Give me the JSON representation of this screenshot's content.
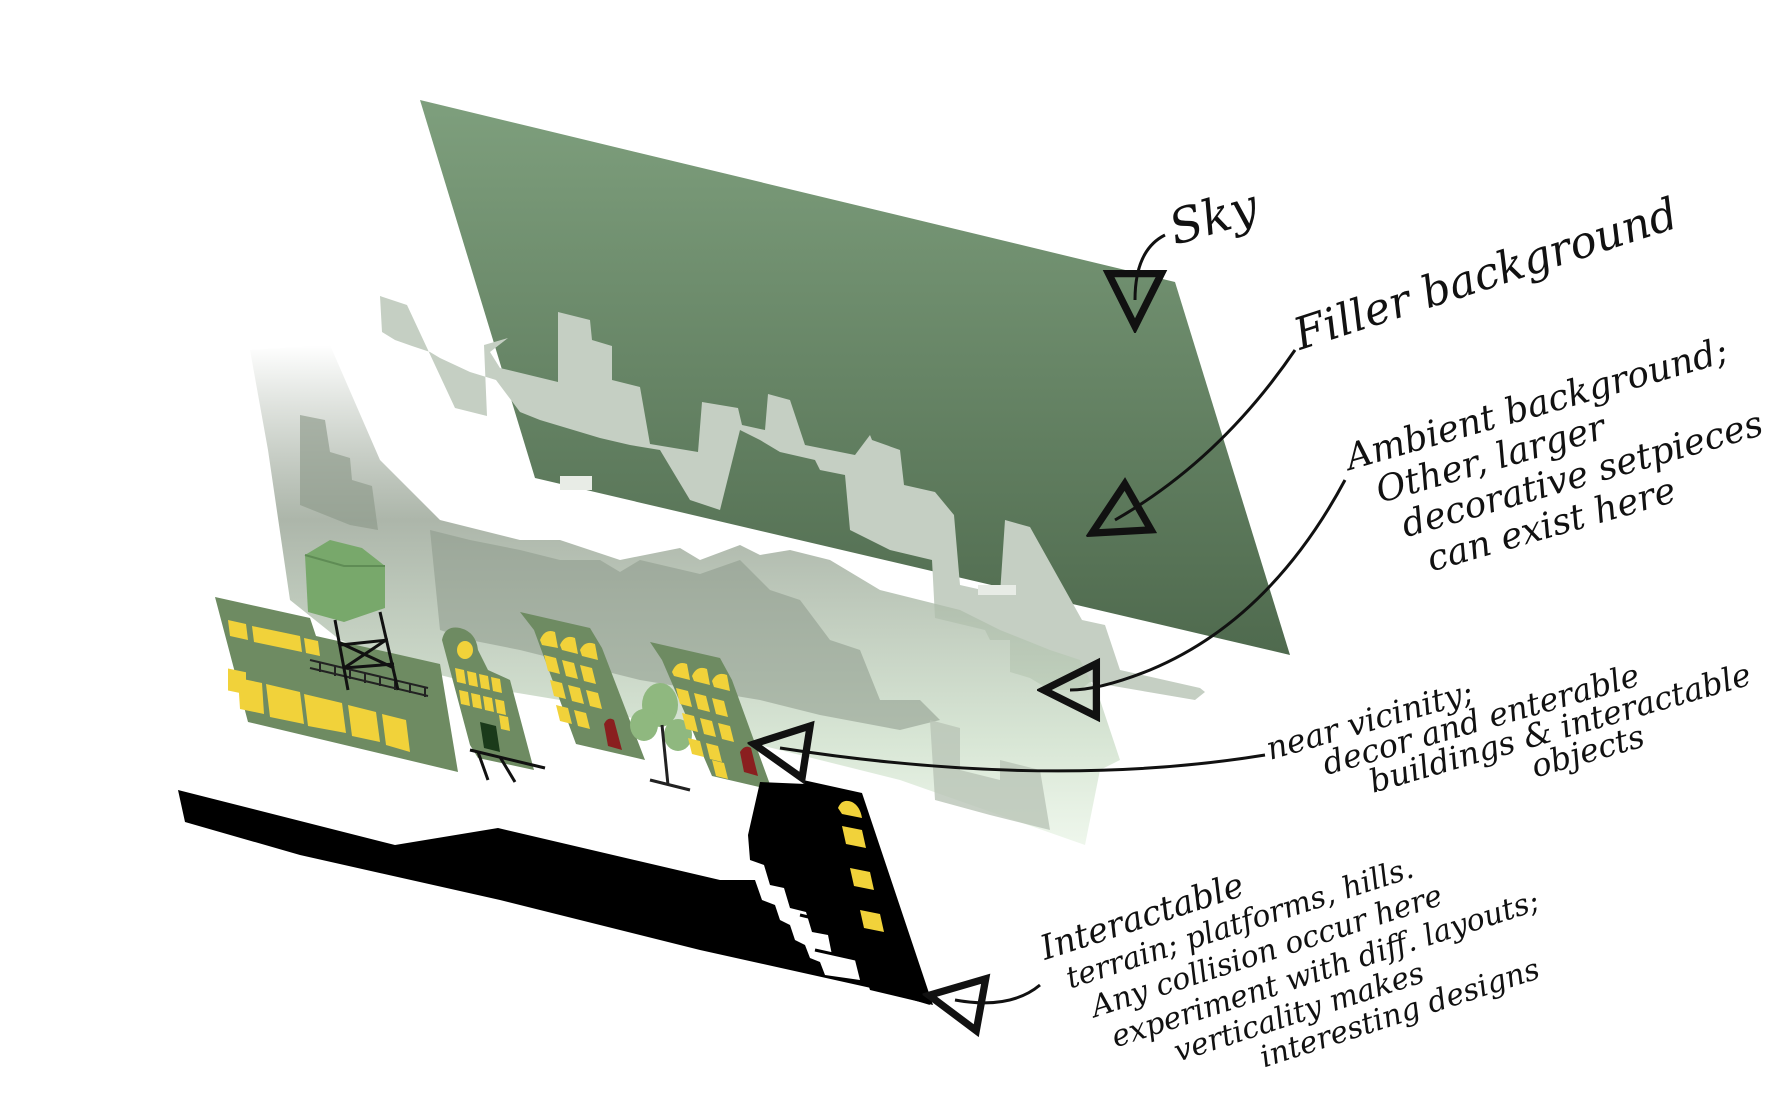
{
  "colors": {
    "sky_top": "#7e9f7d",
    "sky_bottom": "#4f6a4e",
    "filler": "#c5cfc3",
    "ambient": "#9aa897",
    "building_green": "#6e8b62",
    "window_yellow": "#f1d23a",
    "door_red": "#8a1f1f",
    "terrain": "#000000",
    "tree_green": "#8fb87f",
    "water_tower": "#78a86b"
  },
  "icons": [
    "arrow-head-icon",
    "water-tower-icon",
    "tree-icon"
  ],
  "labels": {
    "sky": "Sky",
    "filler": "Filler background",
    "ambient": [
      "Ambient background;",
      "Other, larger",
      "decorative setpieces",
      "can exist here"
    ],
    "near": [
      "near vicinity;",
      "decor and enterable",
      "buildings & interactable",
      "objects"
    ],
    "terrain": [
      "Interactable",
      "terrain; platforms, hills.",
      "Any collision occur here",
      "experiment with diff. layouts;",
      "verticality makes",
      "interesting designs"
    ]
  }
}
